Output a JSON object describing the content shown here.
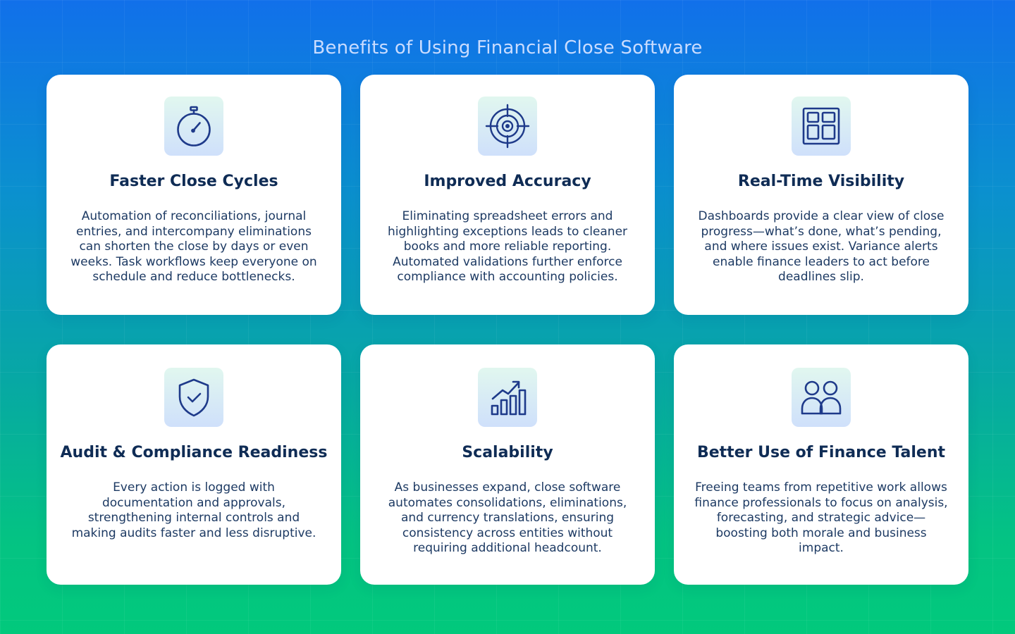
{
  "page": {
    "title": "Benefits of Using Financial Close Software"
  },
  "colors": {
    "card_title": "#0f2c55",
    "card_text": "#1d3a63",
    "icon_stroke": "#1e3a8a",
    "background_top": "#1170ea",
    "background_bottom": "#02c97c"
  },
  "cards": [
    {
      "icon": "stopwatch-icon",
      "title": "Faster Close Cycles",
      "description": "Automation of reconciliations, journal entries, and intercompany eliminations can shorten the close by days or even weeks. Task workflows keep everyone on schedule and reduce bottlenecks."
    },
    {
      "icon": "target-icon",
      "title": "Improved Accuracy",
      "description": "Eliminating spreadsheet errors and highlighting exceptions leads to cleaner books and more reliable reporting. Automated validations further enforce compliance with accounting policies."
    },
    {
      "icon": "dashboard-icon",
      "title": "Real-Time Visibility",
      "description": "Dashboards provide a clear view of close progress—what’s done, what’s pending, and where issues exist. Variance alerts enable finance leaders to act before deadlines slip."
    },
    {
      "icon": "shield-check-icon",
      "title": "Audit & Compliance Readiness",
      "description": "Every action is logged with documentation and approvals, strengthening internal controls and making audits faster and less disruptive."
    },
    {
      "icon": "growth-chart-icon",
      "title": "Scalability",
      "description": "As businesses expand, close software automates consolidations, eliminations, and currency translations, ensuring consistency across entities without requiring additional headcount."
    },
    {
      "icon": "team-icon",
      "title": "Better Use of Finance Talent",
      "description": "Freeing teams from repetitive work allows finance professionals to focus on analysis, forecasting, and strategic advice—boosting both morale and business impact."
    }
  ]
}
